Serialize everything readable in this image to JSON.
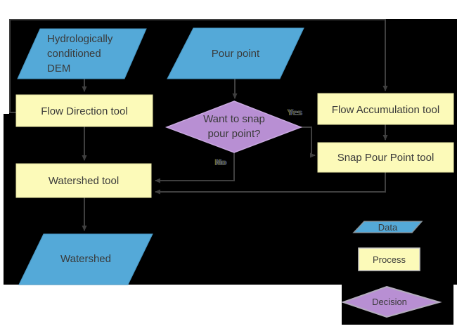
{
  "colors": {
    "page_bg": "#ffffff",
    "canvas_bg": "#000000",
    "data_fill": "#54a9d8",
    "process_fill": "#fcfab9",
    "decision_fill": "#b88fd3",
    "connector": "#3f3f3f",
    "label_text": "#3a3a3a",
    "edge_label": "#45453e"
  },
  "flowchart": {
    "nodes": {
      "dem": {
        "label": "Hydrologically\nconditioned\nDEM",
        "type": "data"
      },
      "pour_point": {
        "label": "Pour point",
        "type": "data"
      },
      "flow_direction": {
        "label": "Flow Direction tool",
        "type": "process"
      },
      "flow_accumulation": {
        "label": "Flow Accumulation tool",
        "type": "process"
      },
      "snap_pour_point": {
        "label": "Snap Pour Point tool",
        "type": "process"
      },
      "snap_decision": {
        "label": "Want to snap\npour point?",
        "type": "decision"
      },
      "watershed_tool": {
        "label": "Watershed tool",
        "type": "process"
      },
      "watershed": {
        "label": "Watershed",
        "type": "data"
      }
    },
    "edge_labels": {
      "yes": "Yes",
      "no": "No"
    }
  },
  "legend": {
    "items": [
      {
        "label": "Data",
        "type": "data"
      },
      {
        "label": "Process",
        "type": "process"
      },
      {
        "label": "Decision",
        "type": "decision"
      }
    ]
  }
}
